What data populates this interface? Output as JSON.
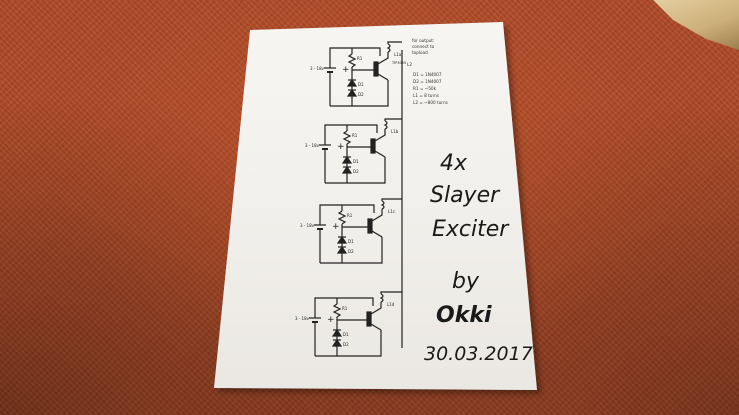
{
  "notes": {
    "line1": "for output:",
    "line2": "connect to",
    "line3": "topload",
    "parts": [
      "D1 = 1N4007",
      "D2 = 1N4007",
      "R1 = ~50k",
      "L1 = 8 turns",
      "L2 = ~800 turns"
    ]
  },
  "circuit": {
    "battery_label": "3 - 18v",
    "plus": "+",
    "r1": "R1",
    "d1": "D1",
    "d2": "D2",
    "coil_labels": [
      "L1a",
      "L1b",
      "L1c",
      "L1d"
    ],
    "transistor": "TIP3055",
    "l2": "L2"
  },
  "handwriting": {
    "count": "4x",
    "line1": "Slayer",
    "line2": "Exciter",
    "by": "by",
    "author": "Okki",
    "date": "30.03.2017"
  }
}
